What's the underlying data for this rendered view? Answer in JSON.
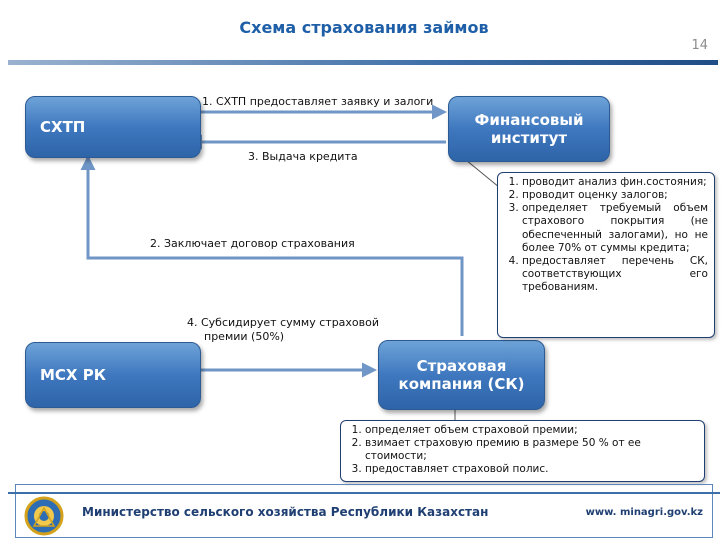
{
  "header": {
    "title": "Схема страхования займов",
    "page_number": "14"
  },
  "nodes": {
    "sxtp": "СХТП",
    "finance": "Финансовый\nинститут",
    "msx": "МСХ РК",
    "insurance": "Страховая\nкомпания (СК)"
  },
  "edges": {
    "e1": "1.  СХТП  предоставляет заявку и залоги",
    "e2": "2. Заключает договор страхования",
    "e3": "3. Выдача кредита",
    "e4_line1": "4. Субсидирует сумму страховой",
    "e4_line2": "премии (50%)"
  },
  "finance_notes": [
    "проводит анализ фин.состояния;",
    "проводит оценку залогов;",
    " определяет требуемый объем страхового покрытия (не обеспеченный залогами), но не более 70% от суммы кредита;",
    "предоставляет перечень СК, соответствующих его требованиям."
  ],
  "insurance_notes": [
    "определяет объем страховой премии;",
    "взимает страховую премию в размере 50 % от ее стоимости;",
    "предоставляет страховой полис."
  ],
  "footer": {
    "ministry": "Министерство сельского хозяйства Республики Казахстан",
    "website": "www. minagri.gov.kz"
  },
  "colors": {
    "title": "#1f5fa8",
    "node_fill": "#3f78bf",
    "arrow": "#6f96c6"
  }
}
